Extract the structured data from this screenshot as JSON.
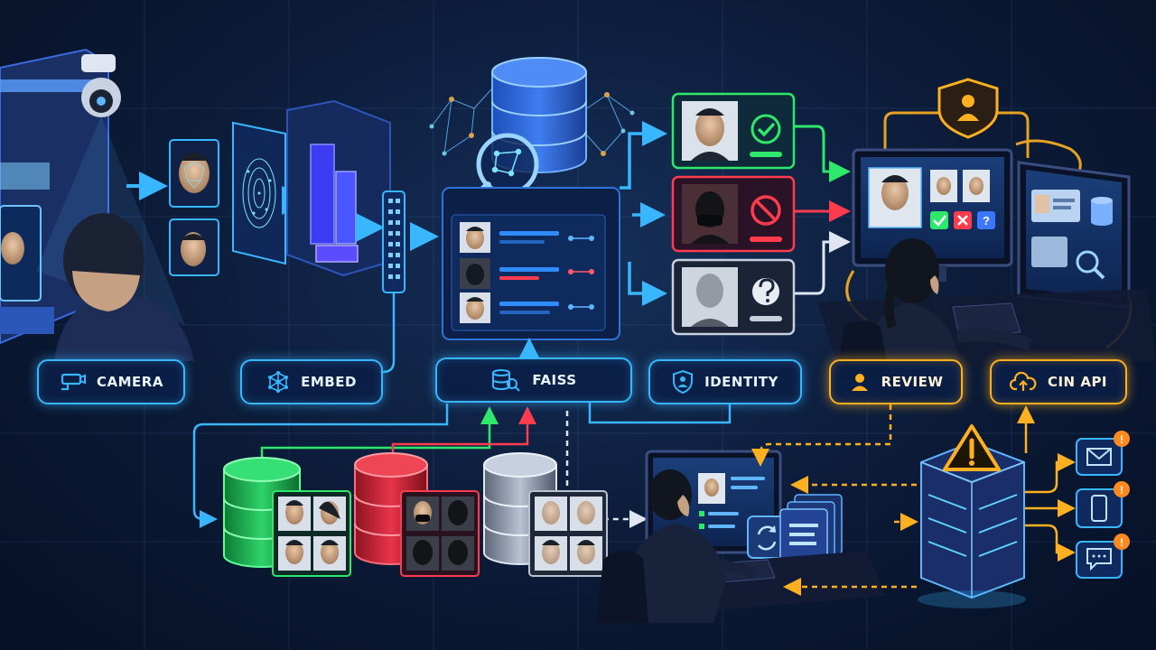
{
  "labels": {
    "camera": "CAMERA",
    "embed": "EMBED",
    "faiss": "FAISS",
    "identity": "IDENTITY",
    "review": "REVIEW",
    "cin_api": "CIN API"
  },
  "match_icons": {
    "green": "check-circle-icon",
    "red": "no-entry-icon",
    "gray": "question-icon"
  },
  "colors": {
    "background": "#0b1a36",
    "accent_blue": "#38b6ff",
    "match_green": "#2ee86b",
    "reject_red": "#ff3b4e",
    "unknown_gray": "#b8c2d2",
    "review_orange": "#ffb020"
  }
}
